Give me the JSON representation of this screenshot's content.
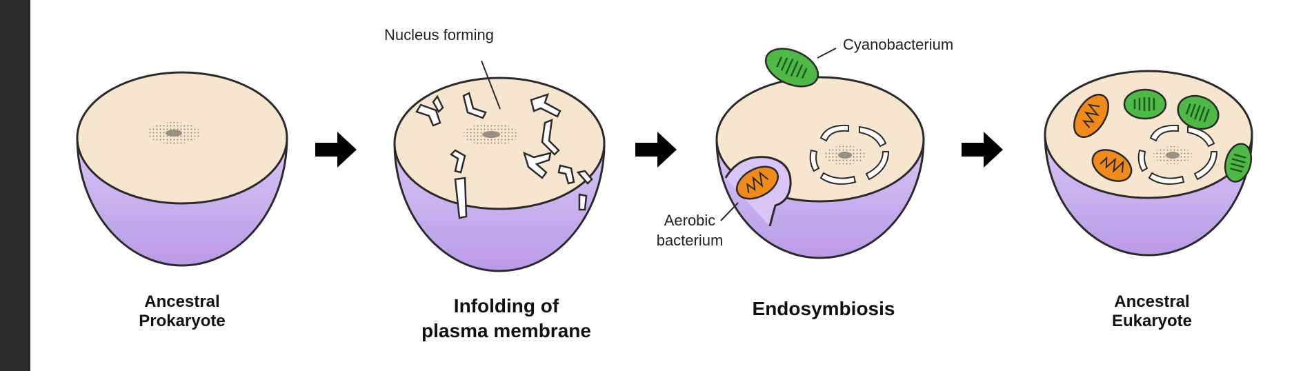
{
  "stages": [
    {
      "label_line1": "Ancestral",
      "label_line2": "Prokaryote"
    },
    {
      "label_line1": "Infolding of",
      "label_line2": "plasma membrane"
    },
    {
      "label_line1": "Endosymbiosis",
      "label_line2": ""
    },
    {
      "label_line1": "Ancestral",
      "label_line2": "Eukaryote"
    }
  ],
  "callouts": {
    "nucleus_forming": "Nucleus forming",
    "cyanobacterium": "Cyanobacterium",
    "aerobic_line1": "Aerobic",
    "aerobic_line2": "bacterium"
  },
  "colors": {
    "cytoplasm": "#f7e6cf",
    "membrane_side": "#c9b0ef",
    "outline": "#2a2a2a",
    "mitochondrion": "#f08a1c",
    "chloroplast": "#4fb847",
    "arrow": "#000000",
    "side_bar": "#2b2b2e"
  },
  "icons": {
    "arrow": "right-arrow-icon",
    "mitochondrion": "mitochondrion-icon",
    "chloroplast": "chloroplast-icon"
  }
}
